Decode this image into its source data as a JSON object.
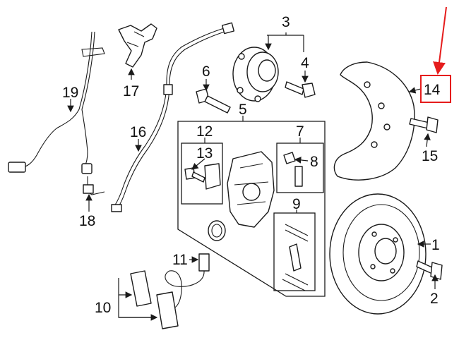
{
  "callouts": {
    "c1": "1",
    "c2": "2",
    "c3": "3",
    "c4": "4",
    "c5": "5",
    "c6": "6",
    "c7": "7",
    "c8": "8",
    "c9": "9",
    "c10": "10",
    "c11": "11",
    "c12": "12",
    "c13": "13",
    "c14": "14",
    "c15": "15",
    "c16": "16",
    "c17": "17",
    "c18": "18",
    "c19": "19"
  },
  "highlight": {
    "callout": "14",
    "color": "#e51c1c"
  }
}
